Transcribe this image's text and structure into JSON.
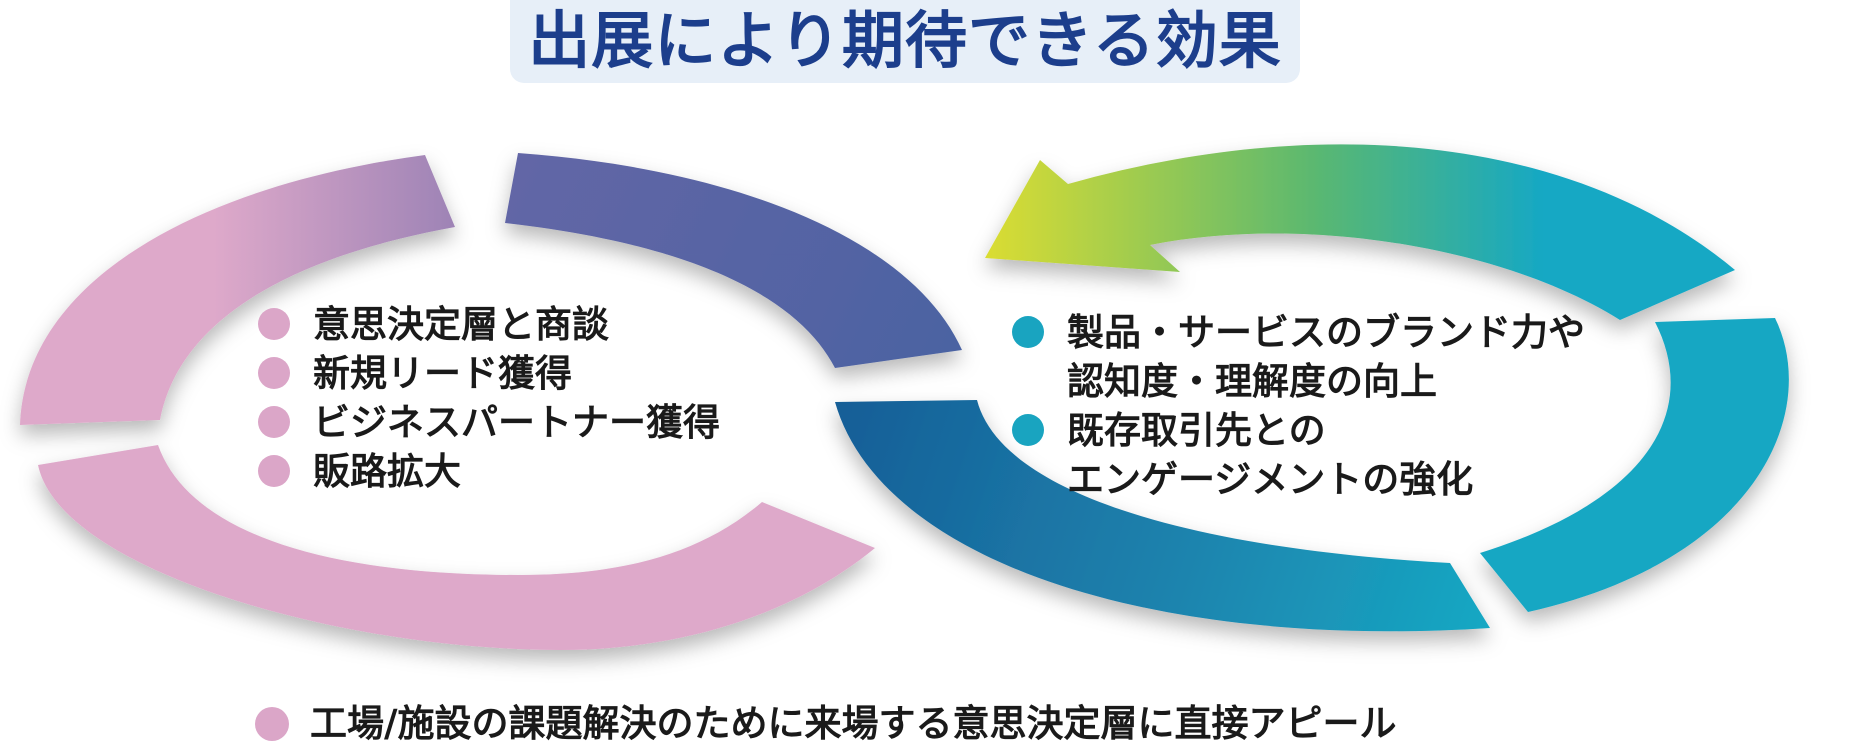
{
  "title": "出展により期待できる効果",
  "left_cycle": {
    "items": [
      "意思決定層と商談",
      "新規リード獲得",
      "ビジネスパートナー獲得",
      "販路拡大"
    ]
  },
  "right_cycle": {
    "items": [
      "製品・サービスのブランド力や",
      "認知度・理解度の向上",
      "既存取引先との",
      "エンゲージメントの強化"
    ]
  },
  "footer": {
    "text": "工場/施設の課題解決のために来場する意思決定層に直接アピール"
  },
  "colors": {
    "title": "#1c3e8c",
    "title_bg": "#e7eff8",
    "left_pink": "#dea9ca",
    "left_purple": "#9f84b6",
    "left_blue": "#5662a3",
    "right_teal": "#15a7c3",
    "right_blue": "#14649a",
    "right_yellow": "#d7da34",
    "right_green": "#58b771"
  }
}
